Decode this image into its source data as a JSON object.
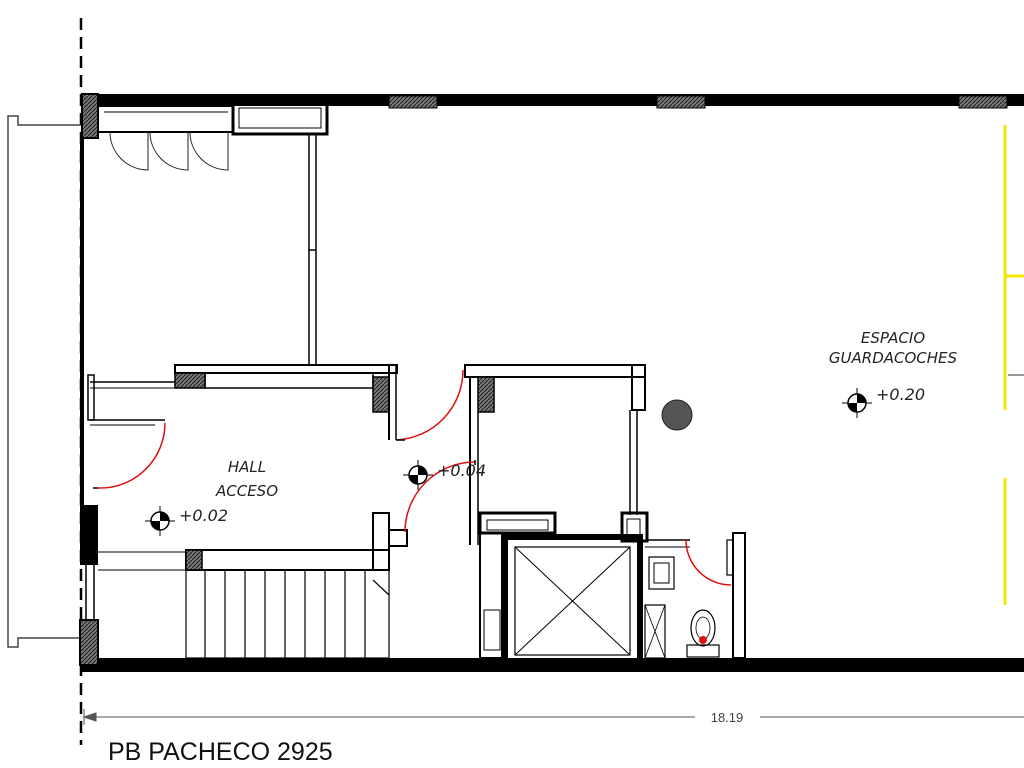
{
  "plan": {
    "title": "PB PACHECO 2925",
    "rooms": {
      "hall_line1": "HALL",
      "hall_line2": "ACCESO",
      "garage_line1": "ESPACIO",
      "garage_line2": "GUARDACOCHES"
    },
    "levels": {
      "hall": "+0.02",
      "corridor": "+0.04",
      "garage": "+0.20"
    },
    "dimension": "18.19"
  },
  "colors": {
    "wall": "#000000",
    "hatch": "#555555",
    "door_swing": "#e01010",
    "yellow_marker": "#f2e600",
    "toilet_dot": "#e01010",
    "line": "#333333"
  },
  "icons": {
    "level_marker": "level-marker-icon",
    "column": "round-column-icon",
    "elevator": "elevator-shaft-icon",
    "toilet": "toilet-icon",
    "sink": "sink-icon"
  }
}
